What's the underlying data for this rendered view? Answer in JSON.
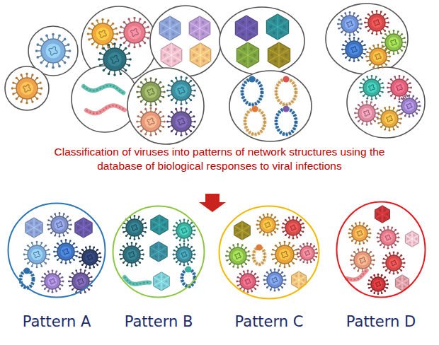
{
  "diagram": {
    "nodes": [
      {
        "text": [
          "Pattern A"
        ]
      },
      {
        "text": [
          "Pattern B"
        ]
      },
      {
        "text": [
          "Pattern C"
        ]
      },
      {
        "text": [
          "Pattern D"
        ]
      }
    ],
    "labels": [
      "Classification of viruses into patterns of network structures using the database of biological responses to viral infections"
    ]
  }
}
